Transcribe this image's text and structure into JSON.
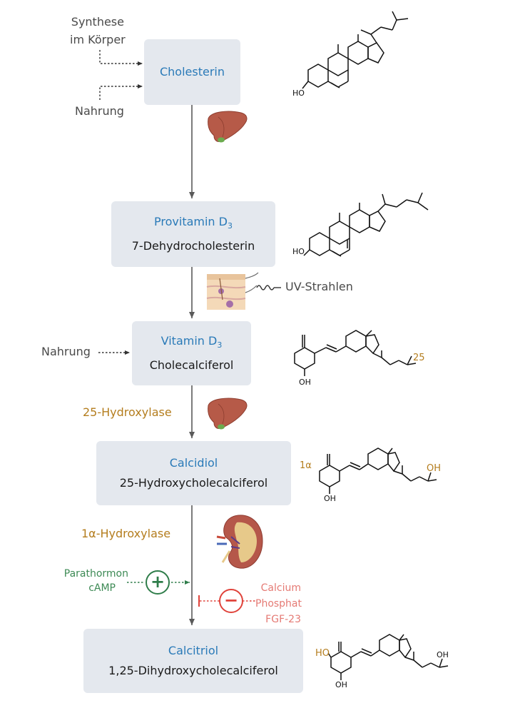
{
  "inputs": {
    "synthesis_line1": "Synthese",
    "synthesis_line2": "im Körper",
    "diet_1": "Nahrung",
    "uv": "UV-Strahlen",
    "diet_2": "Nahrung"
  },
  "steps": [
    {
      "name": "Cholesterin",
      "sub": ""
    },
    {
      "name": "Provitamin D",
      "name_sub": "3",
      "sub": "7-Dehydrocholesterin"
    },
    {
      "name": "Vitamin D",
      "name_sub": "3",
      "sub": "Cholecalciferol"
    },
    {
      "name": "Calcidiol",
      "sub": "25-Hydroxycholecalciferol"
    },
    {
      "name": "Calcitriol",
      "sub": "1,25-Dihydroxycholecalciferol"
    }
  ],
  "enzymes": {
    "hydroxylase_25": "25-Hydroxylase",
    "hydroxylase_1a": "1α-Hydroxylase"
  },
  "regulation": {
    "activators": [
      "Parathormon",
      "cAMP"
    ],
    "activator_symbol": "+",
    "inhibitors": [
      "Calcium",
      "Phosphat",
      "FGF-23"
    ],
    "inhibitor_symbol": "−"
  },
  "molecule_labels": {
    "ho": "HO",
    "oh": "OH",
    "pos_25": "25",
    "pos_1a": "1α"
  },
  "colors": {
    "box_bg": "#e4e8ee",
    "name_blue": "#2a7ab8",
    "enzyme_gold": "#b47d1e",
    "activator_green": "#2f7d4a",
    "inhibitor_red": "#e0433b",
    "arrow_gray": "#5a5a5a"
  }
}
